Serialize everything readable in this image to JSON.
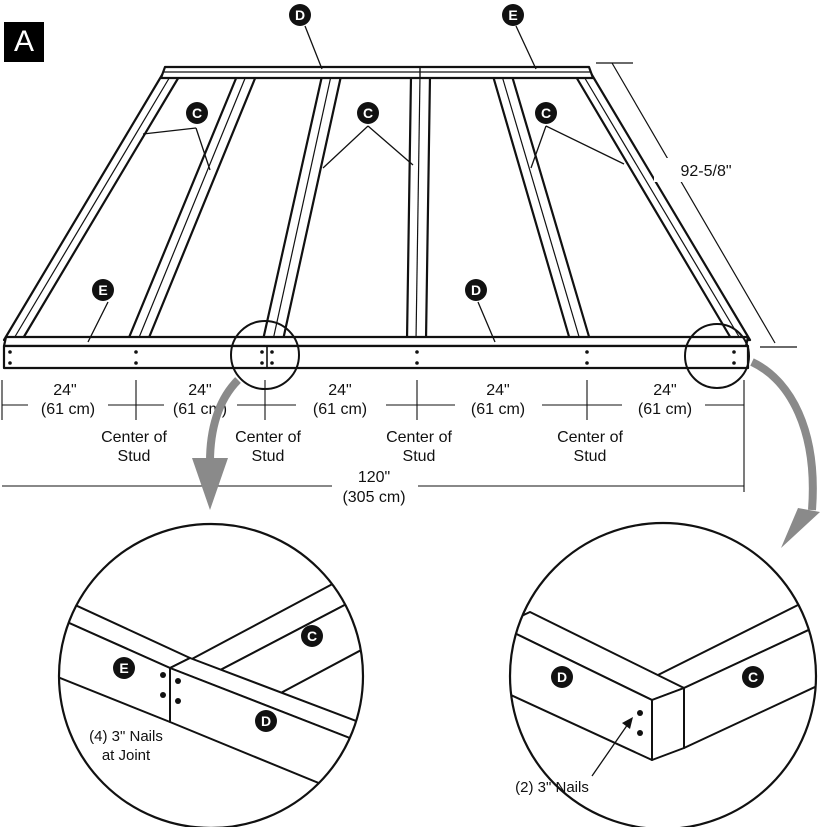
{
  "panel_label": "A",
  "parts": {
    "c": "C",
    "d": "D",
    "e": "E"
  },
  "dimensions": {
    "height": "92-5/8\"",
    "spacing_in": "24\"",
    "spacing_cm": "(61 cm)",
    "total_in": "120\"",
    "total_cm": "(305 cm)"
  },
  "center_of_stud": {
    "line1": "Center of",
    "line2": "Stud"
  },
  "detail_left": {
    "line1": "(4) 3\" Nails",
    "line2": "at Joint"
  },
  "detail_right": {
    "caption": "(2) 3\" Nails"
  },
  "colors": {
    "badge": "#111111",
    "arrow": "#8a8a8a",
    "ink": "#111111"
  }
}
